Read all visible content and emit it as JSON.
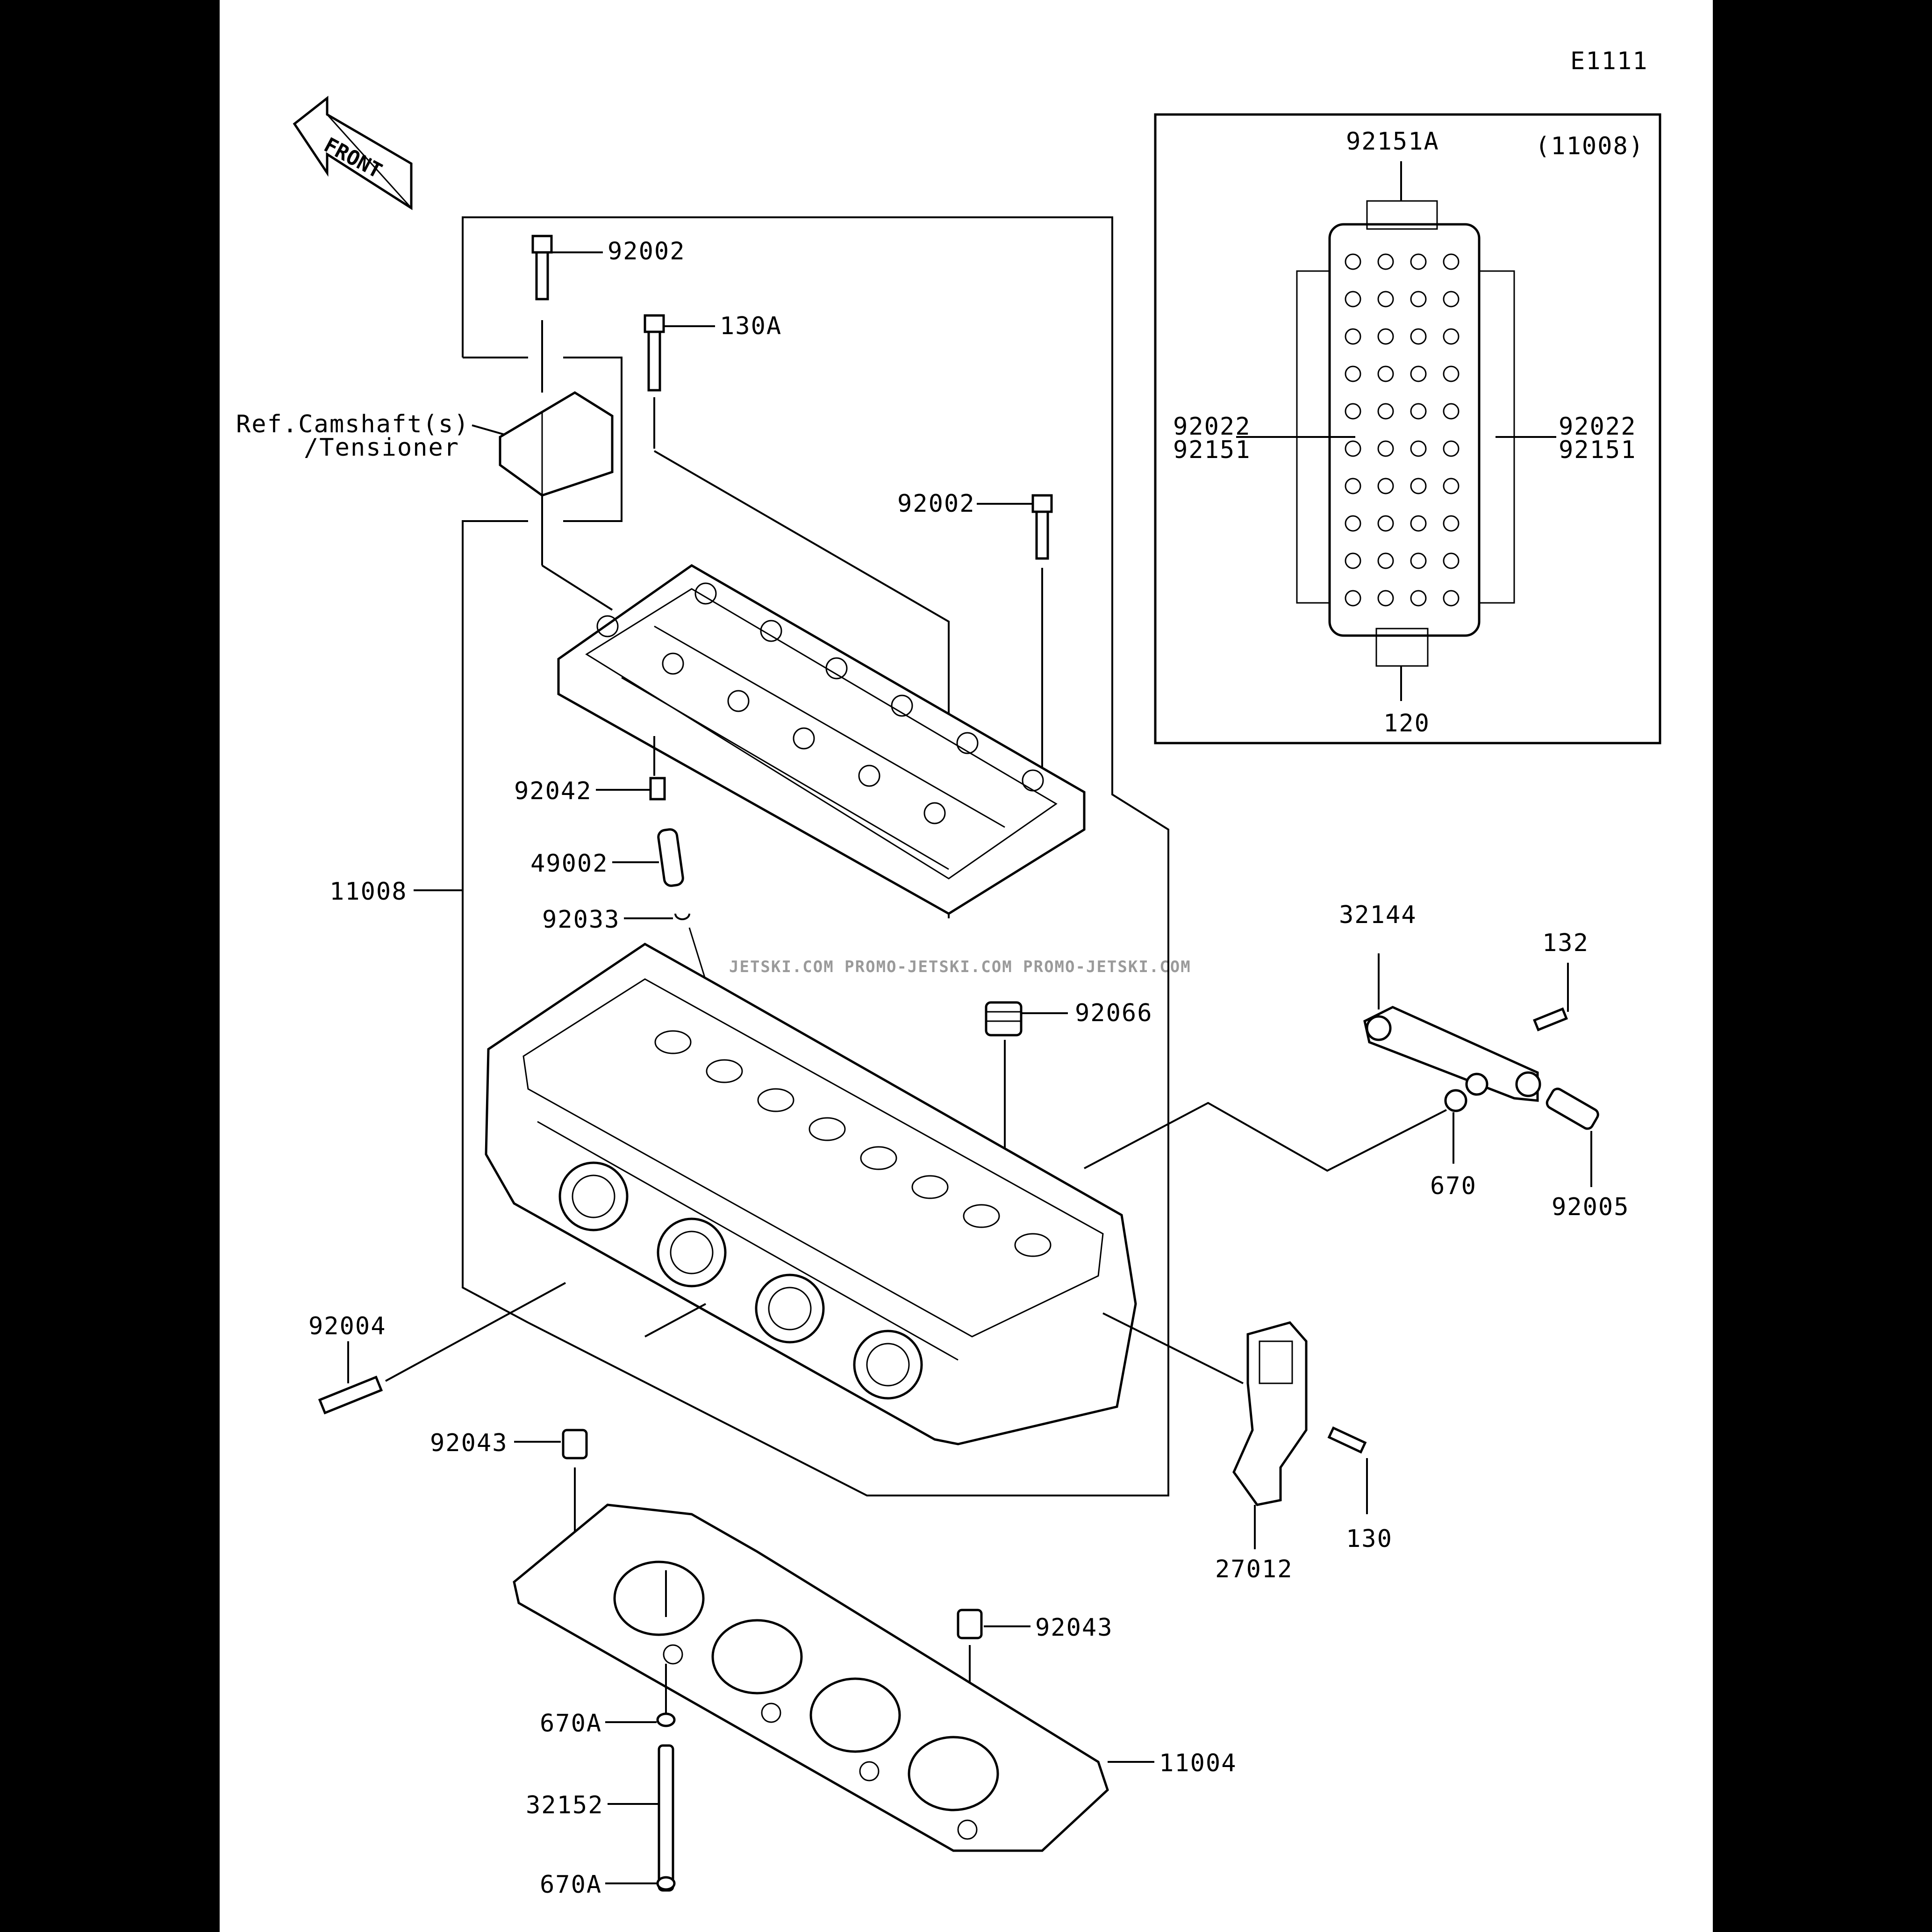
{
  "page": {
    "code": "E1111",
    "front_label": "FRONT",
    "watermark": "JETSKI.COM  PROMO-JETSKI.COM  PROMO-JETSKI.COM"
  },
  "inset": {
    "assembly_ref": "(11008)",
    "labels": {
      "top": "92151A",
      "left_1": "92022",
      "left_2": "92151",
      "right_1": "92022",
      "right_2": "92151",
      "bottom": "120"
    }
  },
  "ref_note": {
    "line1": "Ref.Camshaft(s)",
    "line2": "/Tensioner"
  },
  "parts": {
    "p92002a": "92002",
    "p130a": "130A",
    "p92002b": "92002",
    "p92042": "92042",
    "p49002": "49002",
    "p11008": "11008",
    "p92033": "92033",
    "p92066": "92066",
    "p32144": "32144",
    "p132": "132",
    "p670": "670",
    "p92005": "92005",
    "p92004": "92004",
    "p27012": "27012",
    "p130": "130",
    "p92043a": "92043",
    "p92043b": "92043",
    "p670a_top": "670A",
    "p11004": "11004",
    "p32152": "32152",
    "p670a_bot": "670A"
  },
  "colors": {
    "background": "#000000",
    "sheet": "#ffffff",
    "ink": "#000000"
  }
}
